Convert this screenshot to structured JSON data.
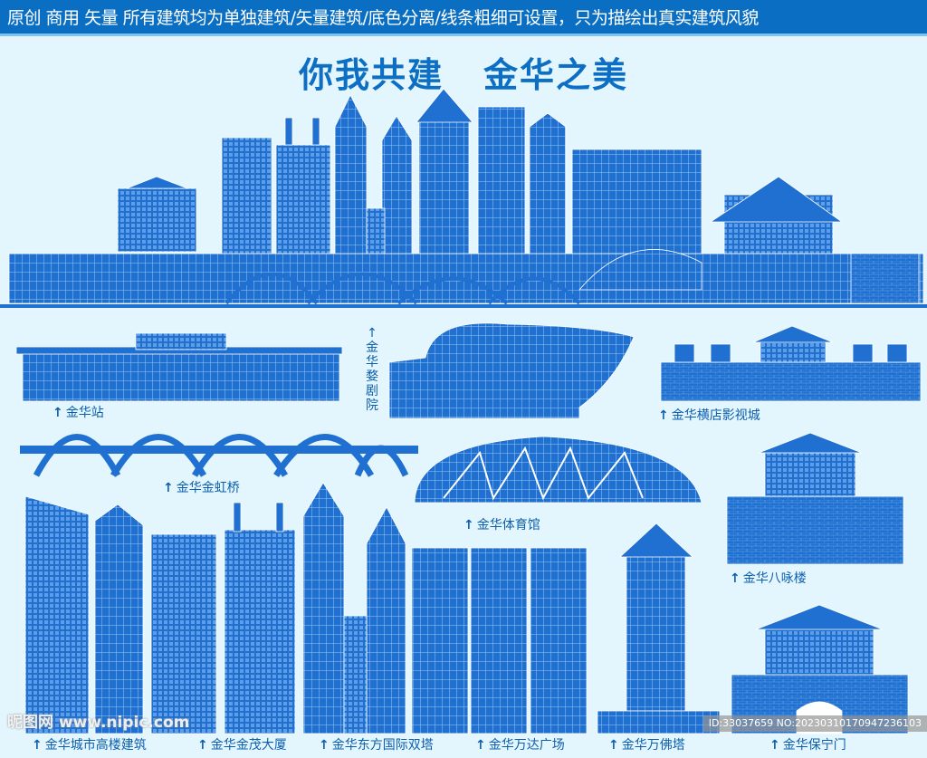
{
  "banner": {
    "text": "原创  商用  矢量  所有建筑均为单独建筑/矢量建筑/底色分离/线条粗细可设置，只为描绘出真实建筑风貌"
  },
  "title": {
    "part1": "你我共建",
    "part2": "金华之美"
  },
  "labels": {
    "station": "金华站",
    "opera": "金华婺剧院",
    "hengdian": "金华横店影视城",
    "bridge": "金华金虹桥",
    "stadium": "金华体育馆",
    "bayong": "金华八咏楼",
    "towers": "金华城市高楼建筑",
    "jinmao": "金华金茂大厦",
    "dongfang": "金华东方国际双塔",
    "wanda": "金华万达广场",
    "pagoda": "金华万佛塔",
    "baoning": "金华保宁门"
  },
  "arrow": "↑",
  "watermark": {
    "site": "昵图网 www.nipic.com",
    "id": "ID:33037659 NO:20230310170947236103"
  },
  "colors": {
    "banner": "#0a6fc2",
    "background": "#e3f5fd",
    "building": "#1f70d0",
    "line": "#ffffff",
    "text": "#0c5fae"
  }
}
